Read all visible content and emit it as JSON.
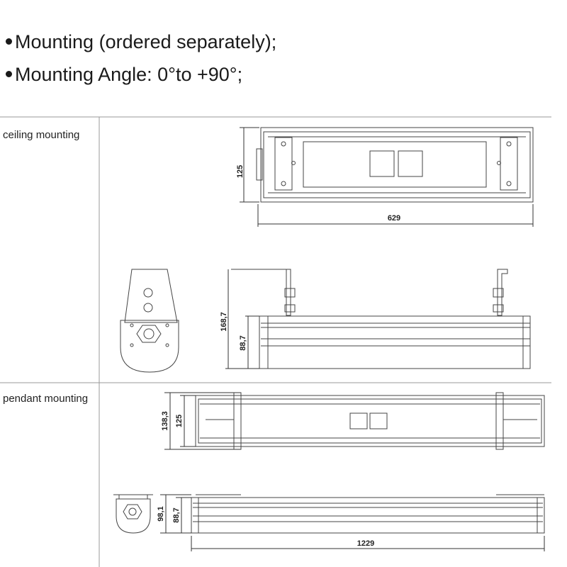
{
  "features": [
    "Mounting (ordered separately);",
    "Mounting Angle: 0°to +90°;"
  ],
  "sections": {
    "ceiling": {
      "label": "ceiling mounting",
      "top_view": {
        "height": "125",
        "length": "629"
      },
      "side_view": {
        "total_height": "168,7",
        "body_height": "88,7"
      }
    },
    "pendant": {
      "label": "pendant mounting",
      "top_view": {
        "outer_height": "138,3",
        "height": "125"
      },
      "side_view": {
        "total_height": "98,1",
        "body_height": "88,7",
        "length": "1229"
      }
    }
  }
}
